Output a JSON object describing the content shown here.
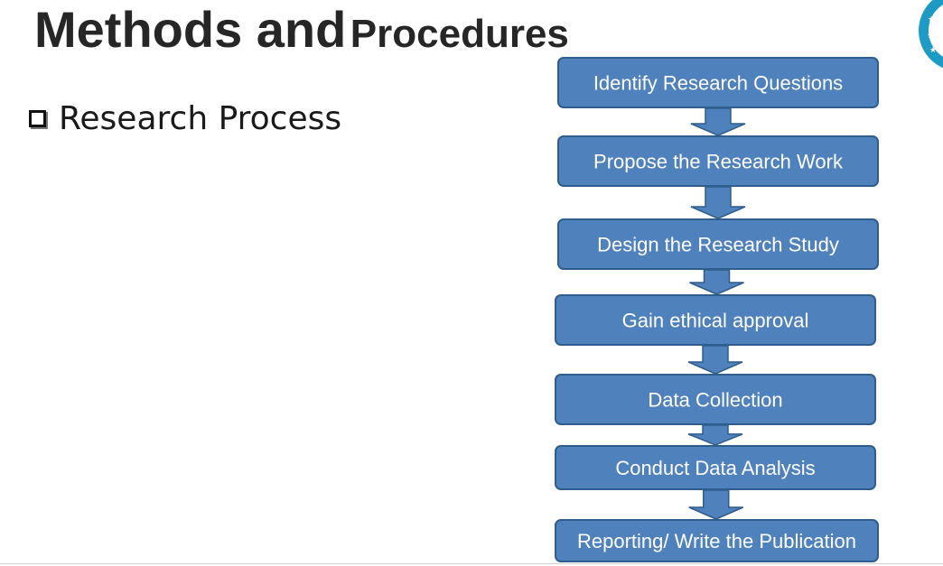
{
  "slide": {
    "title_part1": "Methods and",
    "title_part2": "Procedures",
    "bullet": "Research Process"
  },
  "flowchart": {
    "steps": [
      "Identify Research Questions",
      "Propose the Research Work",
      "Design the Research Study",
      "Gain ethical approval",
      "Data Collection",
      "Conduct Data Analysis",
      "Reporting/ Write the Publication"
    ],
    "colors": {
      "box_fill": "#4f81bd",
      "box_border": "#2f5d8c",
      "text": "#ffffff"
    }
  },
  "logo": {
    "icon": "university-seal-icon",
    "color": "#1e9bc4"
  }
}
